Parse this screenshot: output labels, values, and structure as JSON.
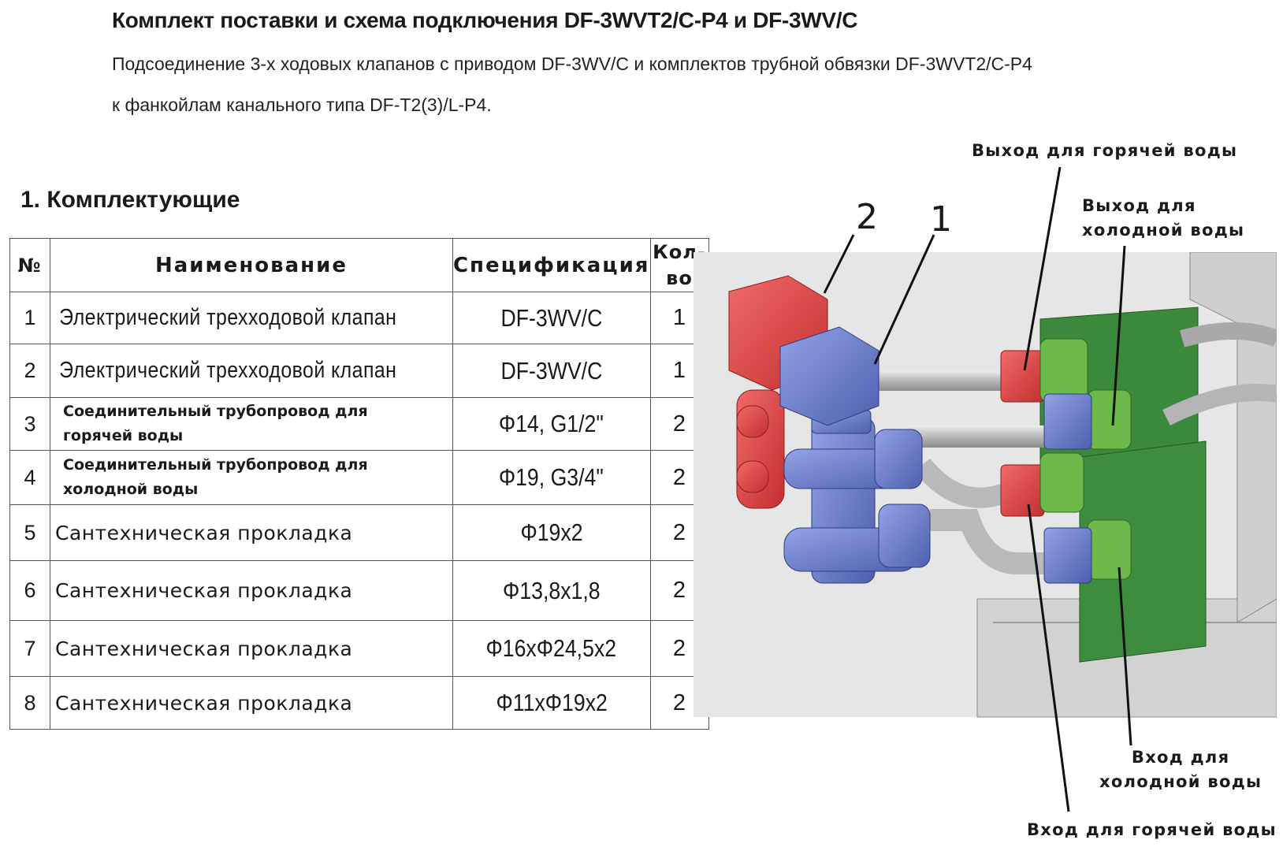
{
  "header": {
    "title": "Комплект поставки и схема подключения DF-3WVT2/C-P4 и DF-3WV/C",
    "line1": "Подсоединение  3-х ходовых клапанов с приводом DF-3WV/C и комплектов трубной обвязки DF-3WVT2/C-P4",
    "line2": "к фанкойлам  канального типа DF-T2(3)/L-P4."
  },
  "section_title": "1. Комплектующие",
  "table": {
    "headers": {
      "num": "№",
      "name": "Наименование",
      "spec": "Спецификация",
      "qty_line1": "Кол-",
      "qty_line2": "во"
    },
    "rows": [
      {
        "num": "1",
        "name": "Электрический трехходовой клапан",
        "spec": "DF-3WV/C",
        "qty": "1"
      },
      {
        "num": "2",
        "name": "Электрический трехходовой клапан",
        "spec": "DF-3WV/C",
        "qty": "1"
      },
      {
        "num": "3",
        "name_line1": "Соединительный трубопровод   для",
        "name_line2": "горячей воды",
        "spec": "Φ14, G1/2\"",
        "qty": "2"
      },
      {
        "num": "4",
        "name_line1": "Соединительный трубопровод   для",
        "name_line2": "холодной воды",
        "spec": "Φ19,  G3/4\"",
        "qty": "2"
      },
      {
        "num": "5",
        "name": "Сантехническая прокладка",
        "spec": "Φ19x2",
        "qty": "2"
      },
      {
        "num": "6",
        "name": "Сантехническая прокладка",
        "spec": "Φ13,8x1,8",
        "qty": "2"
      },
      {
        "num": "7",
        "name": "Сантехническая прокладка",
        "spec": "Φ16xΦ24,5x2",
        "qty": "2"
      },
      {
        "num": "8",
        "name": "Сантехническая прокладка",
        "spec": "Φ11xΦ19x2",
        "qty": "2"
      }
    ]
  },
  "diagram": {
    "callout_1": "1",
    "callout_2": "2",
    "hot_out": "Выход для горячей воды",
    "cold_out_line1": "Выход для",
    "cold_out_line2": "холодной воды",
    "cold_in_line1": "Вход для",
    "cold_in_line2": "холодной воды",
    "hot_in": "Вход для горячей воды"
  },
  "colors": {
    "valve_red": "#e84545",
    "valve_blue": "#6f82cf",
    "heat_exchanger_green": "#3e8a3e",
    "pipe_gray": "#b9b9b9",
    "background_gray": "#e6e6e6"
  }
}
